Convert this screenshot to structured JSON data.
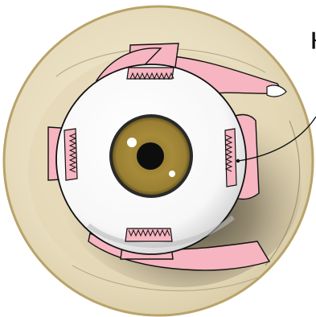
{
  "diagram": {
    "labels": {
      "right_edge_fragment": "┠"
    },
    "colors": {
      "background": "#ffffff",
      "orbit_fill": "#ece2c6",
      "orbit_rim": "#b9a36a",
      "orbit_shadow": "#b5a98a",
      "orbit_deep_shadow": "#6f6650",
      "muscle": "#f6b5c0",
      "muscle_outline": "#111111",
      "sclera": "#ffffff",
      "sclera_shade": "#d9d9d9",
      "iris": "#a78b3a",
      "iris_dark": "#6b5a20",
      "iris_ring": "#2a2a2a",
      "pupil": "#0d0d0d",
      "highlight": "#ffffff",
      "leader_line": "#111111"
    },
    "parts": [
      "orbit",
      "eyeball",
      "iris",
      "pupil",
      "superior-muscle",
      "inferior-muscle",
      "lateral-muscle",
      "medial-muscle",
      "oblique-muscles",
      "leader-line"
    ]
  }
}
